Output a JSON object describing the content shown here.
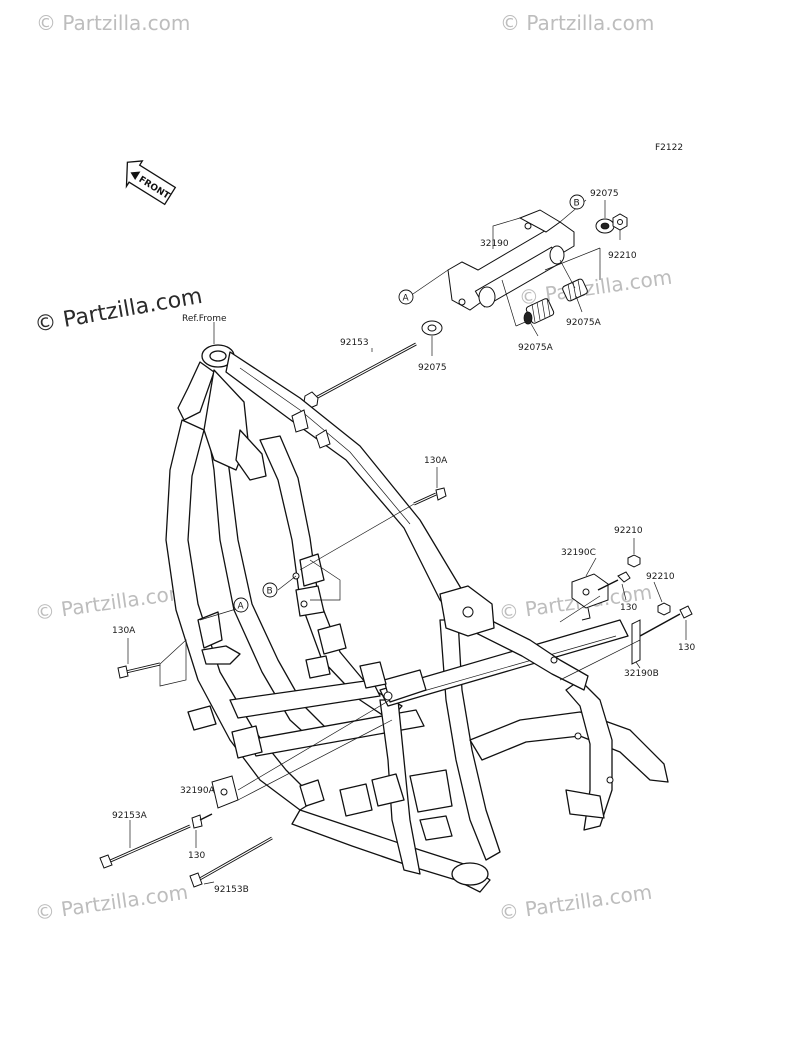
{
  "diagram_code": "F2122",
  "front_arrow_text": "FRONT",
  "watermarks": {
    "main": "© Partzilla.com",
    "faint": "© Partzilla.com"
  },
  "ref_label": "Ref.Frome",
  "callouts": {
    "p32190": "32190",
    "p92075_top": "92075",
    "p92210_top": "92210",
    "p92075A_right": "92075A",
    "p92075A_left": "92075A",
    "p92075_bottom": "92075",
    "p92153": "92153",
    "p130A_top": "130A",
    "p130A_left": "130A",
    "p92210_mid1": "92210",
    "p32190C": "32190C",
    "p92210_mid2": "92210",
    "p130_mid": "130",
    "p130_right": "130",
    "p32190B": "32190B",
    "p32190A": "32190A",
    "p92153A": "92153A",
    "p130_bottom": "130",
    "p92153B": "92153B"
  },
  "markers": {
    "A": "A",
    "B": "B"
  }
}
